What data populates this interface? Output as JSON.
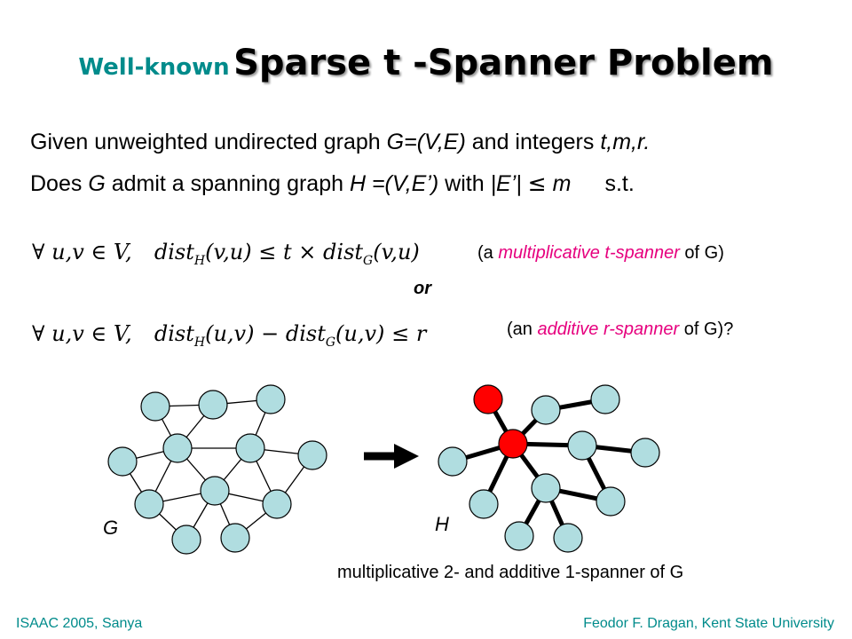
{
  "title": {
    "prefix": "Well-known",
    "main": "Sparse t -Spanner Problem"
  },
  "body": {
    "line1": [
      "Given unweighted undirected graph ",
      "G=(V,E)",
      " and integers ",
      "t,m,r."
    ],
    "line2": [
      "Does ",
      "G",
      " admit a spanning graph ",
      "H =(V,E’)",
      " with ",
      "|E’| ",
      "≤",
      " m",
      "s.t."
    ]
  },
  "conditions": {
    "formula1": {
      "forall": "∀",
      "vars": "u,v",
      "in": "∈",
      "set": "V,",
      "lhs": "dist",
      "lhs_sub": "H",
      "lhs_args": "(v,u)",
      "rel": "≤",
      "factor": "t ×",
      "rhs": "dist",
      "rhs_sub": "G",
      "rhs_args": "(v,u)"
    },
    "note1": {
      "open": "(a ",
      "term": "multiplicative t-spanner",
      "close": " of G)"
    },
    "or_label": "or",
    "formula2": {
      "forall": "∀",
      "vars": "u,v",
      "in": "∈",
      "set": "V,",
      "lhs": "dist",
      "lhs_sub": "H",
      "lhs_args": "(u,v)",
      "minus": "−",
      "rhs": "dist",
      "rhs_sub": "G",
      "rhs_args": "(u,v)",
      "rel": "≤",
      "bound": "r"
    },
    "note2": {
      "open": "(an ",
      "term": "additive r-spanner",
      "close": " of G)?"
    }
  },
  "graphs": {
    "G_label": "G",
    "H_label": "H",
    "caption": "multiplicative 2- and  additive 1-spanner of G",
    "colors": {
      "node": "#B0DDE0",
      "highlight": "#FF0000",
      "edge": "#000000"
    }
  },
  "footer": {
    "left": "ISAAC 2005, Sanya",
    "right": "Feodor F. Dragan,  Kent State University"
  }
}
